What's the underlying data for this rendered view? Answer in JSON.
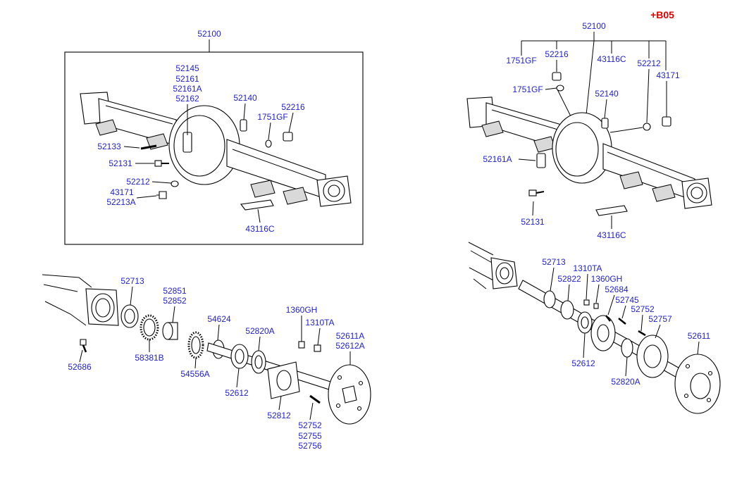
{
  "revision_badge": "+B05",
  "colors": {
    "label": "#1f1fcc",
    "badge": "#e00000",
    "line": "#000000"
  },
  "left_housing": {
    "assembly_no": "52100",
    "part_nos": [
      "52145",
      "52161",
      "52161A",
      "52162",
      "52140",
      "52216",
      "1751GF",
      "52133",
      "52131",
      "52212",
      "43171",
      "52213A",
      "43116C"
    ]
  },
  "left_shaft": {
    "part_nos": [
      "52713",
      "52851",
      "52852",
      "54624",
      "1360GH",
      "52820A",
      "1310TA",
      "52611A",
      "52612A",
      "52686",
      "58381B",
      "54556A",
      "52612",
      "52812",
      "52752",
      "52755",
      "52756"
    ]
  },
  "right_housing": {
    "assembly_no": "52100",
    "part_nos": [
      "1751GF",
      "52216",
      "43116C",
      "52212",
      "43171",
      "1751GF",
      "52140",
      "52161A",
      "52131",
      "43116C"
    ]
  },
  "right_shaft": {
    "part_nos": [
      "52713",
      "1310TA",
      "52822",
      "1360GH",
      "52684",
      "52745",
      "52752",
      "52757",
      "52611",
      "52612",
      "52820A"
    ]
  }
}
